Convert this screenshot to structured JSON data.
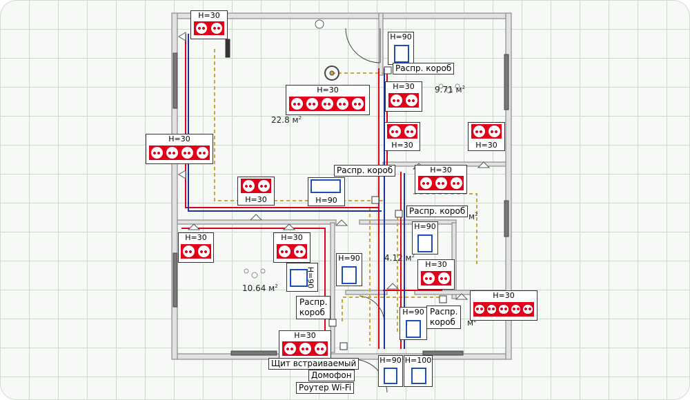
{
  "plan": {
    "rooms": [
      {
        "area": "22.8 м"
      },
      {
        "area": "9.71 м"
      },
      {
        "area": "10.64 м"
      },
      {
        "area": "4.12 м"
      },
      {
        "area": "м"
      },
      {
        "area": "м"
      }
    ],
    "junction_boxes": [
      "Распр. короб",
      "Распр. короб",
      "Распр. короб",
      "Распр.\nкороб",
      "Распр.\nкороб"
    ],
    "sockets": [
      {
        "height": "H=30",
        "count": 2
      },
      {
        "height": "H=30",
        "count": 5
      },
      {
        "height": "H=30",
        "count": 4
      },
      {
        "height": "H=30",
        "count": 2
      },
      {
        "height": "H=30",
        "count": 2
      },
      {
        "height": "H=30",
        "count": 2
      },
      {
        "height": "H=30",
        "count": 2
      },
      {
        "height": "H=30",
        "count": 3
      },
      {
        "height": "H=30",
        "count": 2
      },
      {
        "height": "H=30",
        "count": 2
      },
      {
        "height": "H=30",
        "count": 2
      },
      {
        "height": "H=30",
        "count": 5
      },
      {
        "height": "H=30",
        "count": 3
      }
    ],
    "switches": [
      "H=90",
      "H=90",
      "H=90",
      "H=90",
      "H=90",
      "H=90",
      "H=100"
    ],
    "rotated_height": "H=90",
    "panel_labels": [
      "Щит встраиваемый",
      "Домофон",
      "Роутер Wi-Fi"
    ]
  },
  "colors": {
    "wall": "#e6e6e6",
    "wire_red": "#e0001a",
    "wire_blue": "#1b2f9e",
    "dash": "#c8a63a",
    "socket": "#e0001a"
  }
}
